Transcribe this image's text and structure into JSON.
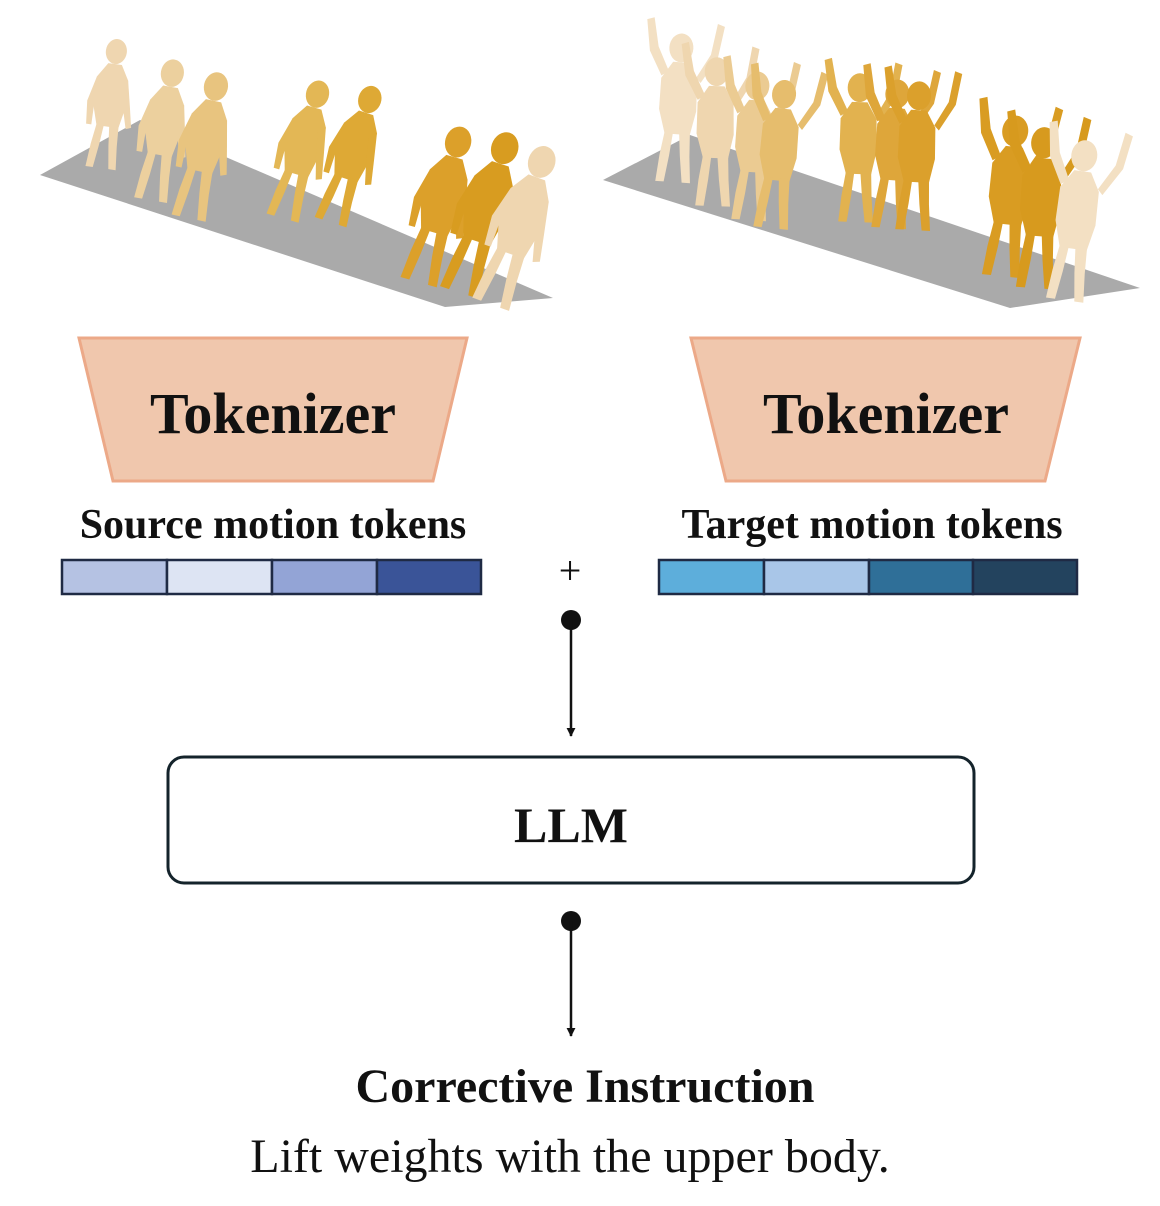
{
  "left_panel": {
    "tokenizer_label": "Tokenizer",
    "tokens_label": "Source motion tokens",
    "token_colors": [
      "#b5c2e3",
      "#dde4f3",
      "#93a4d6",
      "#3a5498"
    ],
    "figure_colors": [
      "#efd6b0",
      "#ecd09e",
      "#e8c47f",
      "#e3b755",
      "#dea935",
      "#dca02a",
      "#d89c20"
    ]
  },
  "right_panel": {
    "tokenizer_label": "Tokenizer",
    "tokens_label": "Target motion tokens",
    "token_colors": [
      "#5daedb",
      "#a9c6e8",
      "#2f6f98",
      "#23435e"
    ],
    "figure_colors": [
      "#f3e0c3",
      "#efd6af",
      "#ebcb92",
      "#e6bd6d",
      "#e2b24f",
      "#dea63a",
      "#dba02c",
      "#d99c22",
      "#d79a1e"
    ]
  },
  "plus_sign": "+",
  "llm_label": "LLM",
  "output": {
    "title": "Corrective Instruction",
    "text": "Lift weights with the upper body."
  },
  "colors": {
    "tokenizer_fill": "#f0c7ad",
    "tokenizer_stroke": "#eca988",
    "floor": "#aaaaaa",
    "ink": "#111111",
    "llm_border": "#14232b"
  }
}
